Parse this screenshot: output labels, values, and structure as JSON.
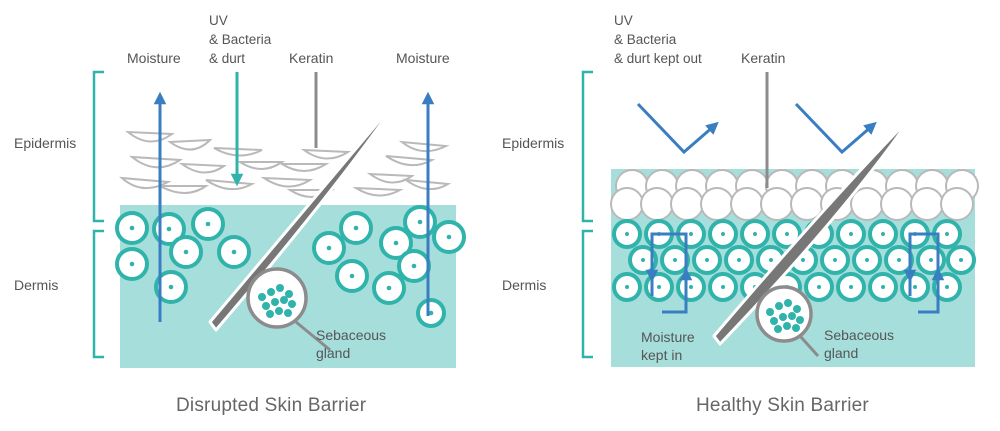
{
  "left": {
    "top_labels": {
      "moisture_a": "Moisture",
      "uv": "UV",
      "bacteria": "& Bacteria",
      "durt": "& durt",
      "keratin": "Keratin",
      "moisture_b": "Moisture"
    },
    "layer_epidermis": "Epidermis",
    "layer_dermis": "Dermis",
    "gland_line1": "Sebaceous",
    "gland_line2": "gland",
    "title": "Disrupted Skin Barrier"
  },
  "right": {
    "top_labels": {
      "uv": "UV",
      "bacteria": "& Bacteria",
      "kept_out": "& durt kept out",
      "keratin": "Keratin"
    },
    "layer_epidermis": "Epidermis",
    "layer_dermis": "Dermis",
    "moisture_line1": "Moisture",
    "moisture_line2": "kept in",
    "gland_line1": "Sebaceous",
    "gland_line2": "gland",
    "title": "Healthy Skin Barrier"
  },
  "colors": {
    "teal": "#2fb3aa",
    "skin": "#a6dedc",
    "blue": "#3a7ec2",
    "grey": "#8c8c8c",
    "scale_grey": "#b9b9b9"
  }
}
